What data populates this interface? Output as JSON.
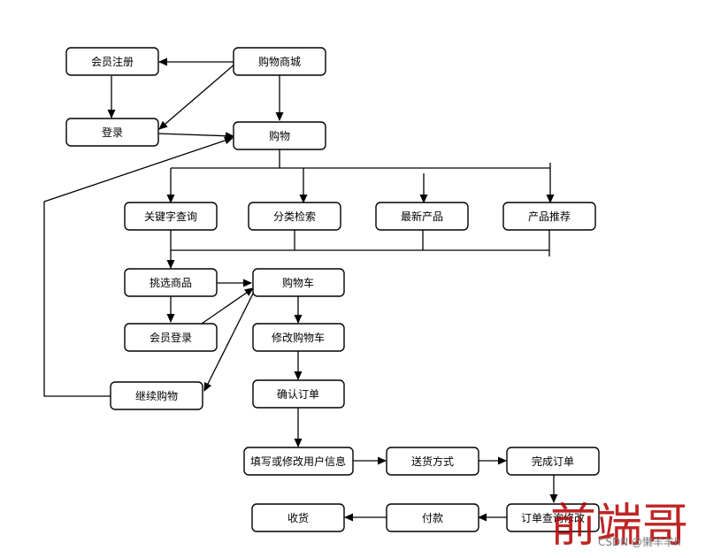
{
  "nodes": {
    "register": "会员注册",
    "mall": "购物商城",
    "login": "登录",
    "shopping": "购物",
    "keyword_search": "关键字查询",
    "category_search": "分类检索",
    "new_products": "最新产品",
    "recommend": "产品推荐",
    "select_goods": "挑选商品",
    "cart": "购物车",
    "member_login": "会员登录",
    "modify_cart": "修改购物车",
    "continue_shopping": "继续购物",
    "confirm_order": "确认订单",
    "fill_info": "填写或修改用户信息",
    "delivery": "送货方式",
    "complete_order": "完成订单",
    "query_order": "订单查询修改",
    "pay": "付款",
    "receive": "收货"
  },
  "watermark": {
    "title": "前端哥",
    "credit": "CSDN @懒羊羊h"
  }
}
